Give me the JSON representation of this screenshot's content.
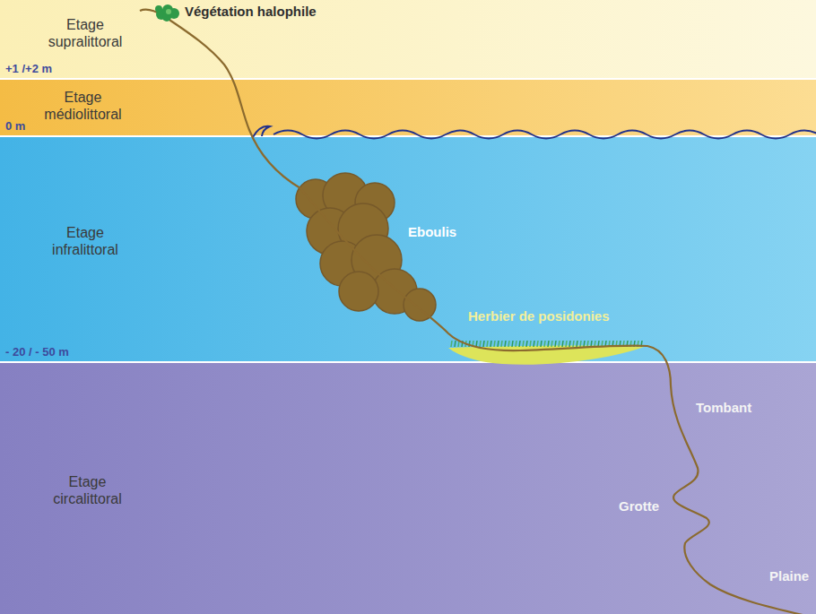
{
  "diagram": {
    "nodes": [
      {
        "text": [
          "Etage supralittoral"
        ]
      },
      {
        "text": [
          "Etage médiolittoral"
        ]
      },
      {
        "text": [
          "Etage infralittoral"
        ]
      },
      {
        "text": [
          "Etage circalittoral"
        ]
      }
    ],
    "labels": [
      "+1 /+2 m",
      "0 m",
      "- 20 / - 50 m",
      "Végétation halophile",
      "Eboulis",
      "Herbier de posidonies",
      "Tombant",
      "Grotte",
      "Plaine"
    ]
  }
}
